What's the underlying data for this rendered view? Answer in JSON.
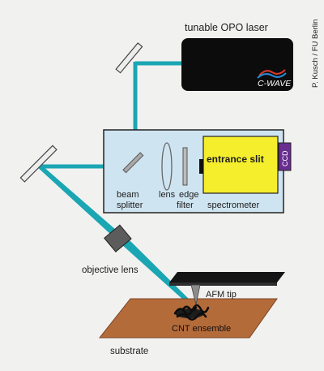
{
  "diagram": {
    "laser_label": "tunable OPO laser",
    "laser_brand": "C-WAVE",
    "credit": "P. Kusch / FU Berlin",
    "entrance_slit": "entrance slit",
    "ccd": "CCD",
    "beam_splitter_1": "beam",
    "beam_splitter_2": "splitter",
    "lens": "lens",
    "edge_filter_1": "edge",
    "edge_filter_2": "filter",
    "spectrometer": "spectrometer",
    "objective_lens": "objective lens",
    "afm_tip": "AFM tip",
    "cnt_ensemble": "CNT ensemble",
    "substrate": "substrate"
  },
  "colors": {
    "background": "#f1f1f0",
    "beam": "#1aa6b3",
    "enclosure": "#cfe4f1",
    "spectrometer": "#f4ee2d",
    "ccd": "#6a2d91",
    "laser_body": "#0c0c0c",
    "substrate": "#b46b3a"
  }
}
